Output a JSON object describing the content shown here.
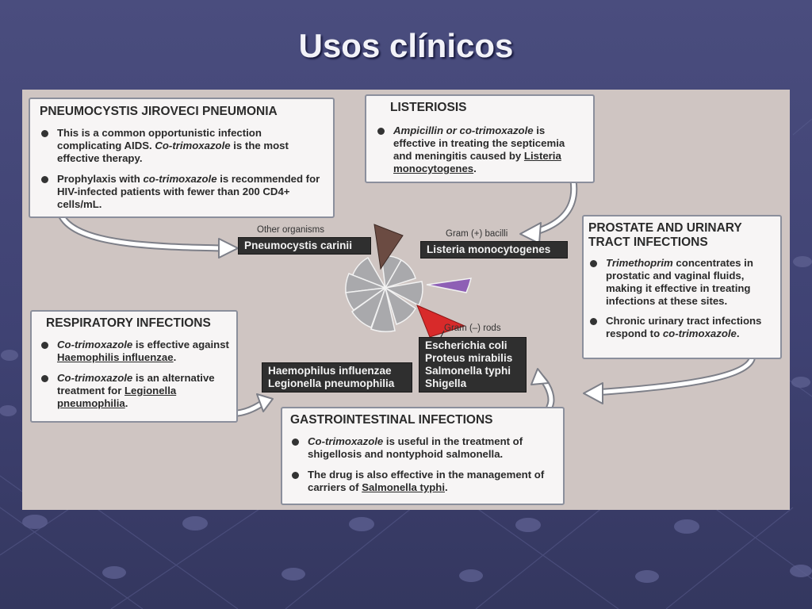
{
  "title": "Usos clínicos",
  "colors": {
    "background": "#43467a",
    "panel": "#cfc5c2",
    "box": "#f7f5f5",
    "tag": "#2f2f2f",
    "pie_gray": "#a9a9ac",
    "pie_brown": "#6b4b42",
    "pie_purple": "#8e5fb5",
    "pie_red": "#d82a2a"
  },
  "boxes": {
    "pneumocystis": {
      "heading": "PNEUMOCYSTIS JIROVECI PNEUMONIA",
      "b1_a": "This is a common opportunistic infection complicating AIDS. ",
      "b1_b": "Co-trimoxazole",
      "b1_c": " is the most effective therapy.",
      "b2_a": "Prophylaxis with ",
      "b2_b": "co-trimoxazole",
      "b2_c": " is recommended for HIV-infected patients with fewer than 200 CD4+ cells/mL."
    },
    "listeriosis": {
      "heading": "LISTERIOSIS",
      "b1_a": "Ampicillin or co-trimoxazole",
      "b1_b": " is effective in treating the septicemia and meningitis caused by ",
      "b1_c": "Listeria monocytogenes",
      "b1_d": "."
    },
    "prostate": {
      "heading": "PROSTATE AND URINARY TRACT INFECTIONS",
      "b1_a": "Trimethoprim",
      "b1_b": " concentrates in prostatic and vaginal fluids, making it effective in treating infections at these sites.",
      "b2_a": "Chronic urinary tract infections respond to ",
      "b2_b": "co-trimoxazole",
      "b2_c": "."
    },
    "respiratory": {
      "heading": "RESPIRATORY INFECTIONS",
      "b1_a": "Co-trimoxazole",
      "b1_b": " is effective against ",
      "b1_c": "Haemophilis influenzae",
      "b1_d": ".",
      "b2_a": "Co-trimoxazole",
      "b2_b": " is an alternative treatment for ",
      "b2_c": "Legionella pneumophilia",
      "b2_d": "."
    },
    "gastro": {
      "heading": "GASTROINTESTINAL INFECTIONS",
      "b1_a": "Co-trimoxazole",
      "b1_b": " is useful in the treatment of shigellosis and nontyphoid salmonella.",
      "b2_a": "The drug is also effective in the management of carriers of ",
      "b2_b": "Salmonella typhi",
      "b2_c": "."
    }
  },
  "labels": {
    "other_organisms": "Other organisms",
    "pneumocystis_carinii": "Pneumocystis carinii",
    "gram_pos": "Gram (+) bacilli",
    "listeria": "Listeria monocytogenes",
    "gram_neg": "Gram (–) rods",
    "gram_neg_list": [
      "Escherichia coli",
      "Proteus mirabilis",
      "Salmonella typhi",
      "Shigella"
    ],
    "haemophilus_list": [
      "Haemophilus influenzae",
      "Legionella pneumophilia"
    ]
  }
}
